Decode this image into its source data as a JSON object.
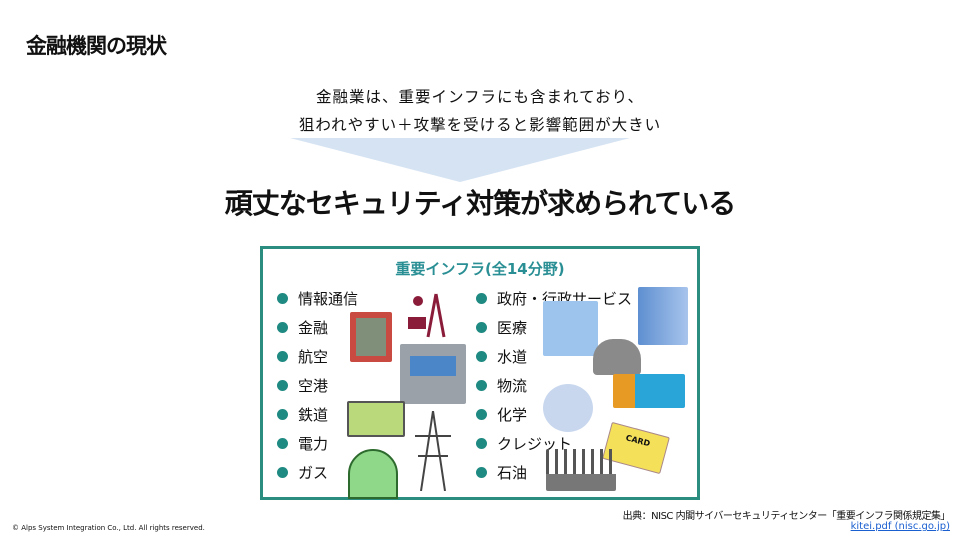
{
  "slide": {
    "title": "金融機関の現状",
    "lead_line1": "金融業は、重要インフラにも含まれており、",
    "lead_line2": "狙われやすい＋攻撃を受けると影響範囲が大きい",
    "headline": "頑丈なセキュリティ対策が求められている"
  },
  "panel": {
    "title": "重要インフラ(全14分野)",
    "left_items": [
      "情報通信",
      "金融",
      "航空",
      "空港",
      "鉄道",
      "電力",
      "ガス"
    ],
    "right_items": [
      "政府・行政サービス",
      "医療",
      "水道",
      "物流",
      "化学",
      "クレジット",
      "石油"
    ],
    "card_text": "CARD"
  },
  "footer": {
    "source": "出典：NISC 内閣サイバーセキュリティセンター「重要インフラ関係規定集」",
    "link": "kitei.pdf (nisc.go.jp)",
    "copyright": "© Alps System Integration Co., Ltd. All rights reserved."
  },
  "colors": {
    "accent": "#2b8c80",
    "arrow": "#d6e3f3",
    "link": "#1a5fd0"
  }
}
